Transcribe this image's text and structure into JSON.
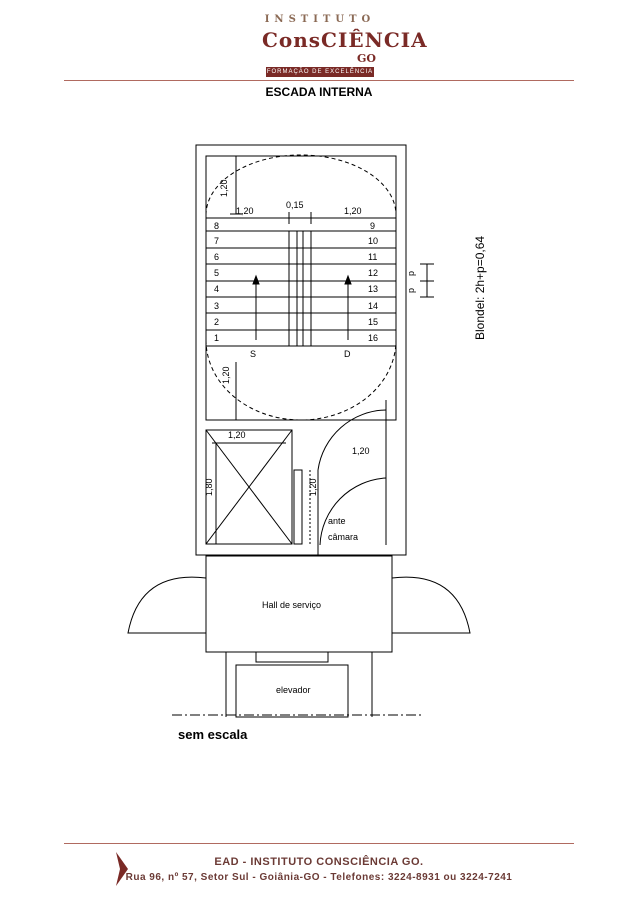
{
  "header": {
    "logo_line1": "INSTITUTO",
    "logo_line2": "ConsCIÊNCIA",
    "logo_line3": "GO",
    "logo_tagline": "FORMAÇÃO DE EXCELÊNCIA"
  },
  "title": "ESCADA INTERNA",
  "plan": {
    "dimensions": {
      "landing_depth_top": "1,20",
      "flight_width_left": "1,20",
      "gap_width": "0,15",
      "flight_width_right": "1,20",
      "landing_depth_bottom": "1,20",
      "shaft_width": "1,20",
      "shaft_height": "1,80",
      "door_width": "1,20",
      "door_width_2": "1,20"
    },
    "steps_left": [
      "8",
      "7",
      "6",
      "5",
      "4",
      "3",
      "2",
      "1"
    ],
    "steps_right": [
      "9",
      "10",
      "11",
      "12",
      "13",
      "14",
      "15",
      "16"
    ],
    "up_label": "S",
    "down_label": "D",
    "tread_label_1": "p",
    "tread_label_2": "p",
    "blondel": "Blondel: 2h+p=0,64",
    "ante_label": "ante",
    "camara_label": "câmara",
    "hall_label": "Hall de serviço",
    "elevator_label": "elevador"
  },
  "scale_note": "sem escala",
  "footer": {
    "line1": "EAD - INSTITUTO CONSCIÊNCIA GO.",
    "line2": "Rua 96, nº 57, Setor Sul - Goiânia-GO - Telefones: 3224-8931 ou 3224-7241"
  },
  "colors": {
    "brand": "#7a2a26",
    "rule": "#b06a60"
  }
}
